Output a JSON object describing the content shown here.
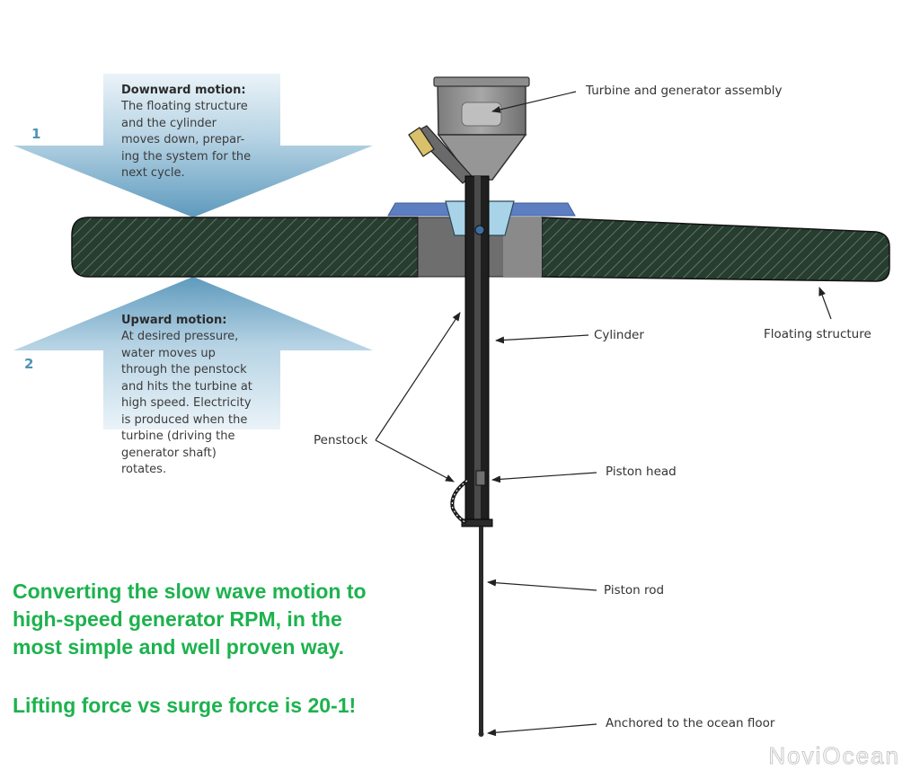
{
  "step_1": {
    "number": "1",
    "title": "Downward motion:",
    "lines": [
      "The floating structure",
      "and the cylinder",
      "moves down, prepar-",
      "ing the system for the",
      "next cycle."
    ]
  },
  "step_2": {
    "number": "2",
    "title": "Upward motion:",
    "lines": [
      "At desired pressure,",
      "water moves up",
      "through the penstock",
      "and hits the turbine at",
      "high speed. Electricity",
      "is produced when the",
      "turbine (driving the",
      "generator shaft)",
      "rotates."
    ]
  },
  "labels": {
    "turbine": "Turbine and generator assembly",
    "cylinder": "Cylinder",
    "floating": "Floating structure",
    "penstock": "Penstock",
    "piston_head": "Piston head",
    "piston_rod": "Piston rod",
    "anchored": "Anchored to the ocean floor"
  },
  "headline": {
    "line1": "Converting the slow wave motion to",
    "line2": "high-speed generator RPM, in the",
    "line3": "most simple and well proven way.",
    "line4": "Lifting force vs surge force is 20-1!"
  },
  "watermark": "NoviOcean",
  "colors": {
    "arrow_top": "#dcebf4",
    "arrow_bottom": "#6aa3c4",
    "hull": "#243a2e",
    "headline": "#1db24e"
  }
}
